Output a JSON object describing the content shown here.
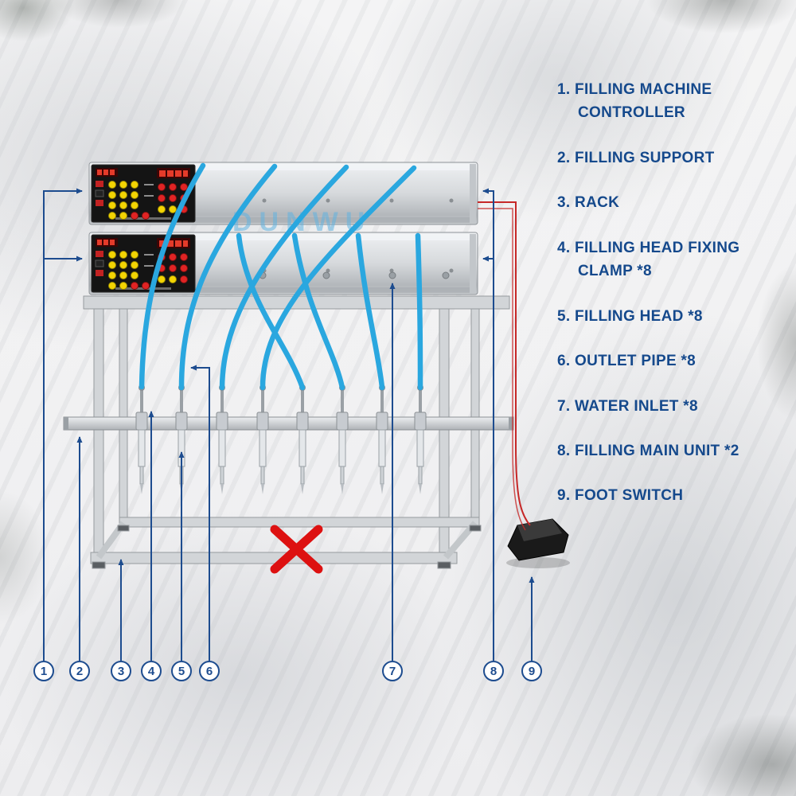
{
  "watermark": "DUNWU",
  "legend": {
    "items": [
      {
        "num": "1.",
        "label": "FILLING MACHINE CONTROLLER"
      },
      {
        "num": "2.",
        "label": "FILLING SUPPORT"
      },
      {
        "num": "3.",
        "label": "RACK"
      },
      {
        "num": "4.",
        "label": "FILLING HEAD FIXING CLAMP *8"
      },
      {
        "num": "5.",
        "label": "FILLING HEAD *8"
      },
      {
        "num": "6.",
        "label": "OUTLET PIPE *8"
      },
      {
        "num": "7.",
        "label": "WATER INLET *8"
      },
      {
        "num": "8.",
        "label": "FILLING MAIN UNIT *2"
      },
      {
        "num": "9.",
        "label": "FOOT SWITCH"
      }
    ]
  },
  "callouts": {
    "numbers": [
      "1",
      "2",
      "3",
      "4",
      "5",
      "6",
      "7",
      "8",
      "9"
    ]
  },
  "colors": {
    "accent_blue": "#1d4c8f",
    "text_blue": "#15498c",
    "tube_blue": "#2aa7df",
    "alert_red": "#dd1111",
    "wire_red": "#c62828",
    "button_yellow": "#f3d403",
    "button_red": "#e02424"
  }
}
